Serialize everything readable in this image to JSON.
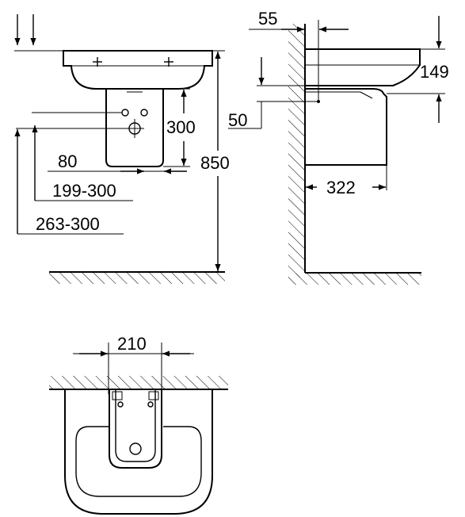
{
  "dimensions": {
    "d55": "55",
    "d149": "149",
    "d300": "300",
    "d50": "50",
    "d80": "80",
    "d850": "850",
    "d322": "322",
    "d199_300": "199-300",
    "d263_300": "263-300",
    "d210": "210"
  }
}
